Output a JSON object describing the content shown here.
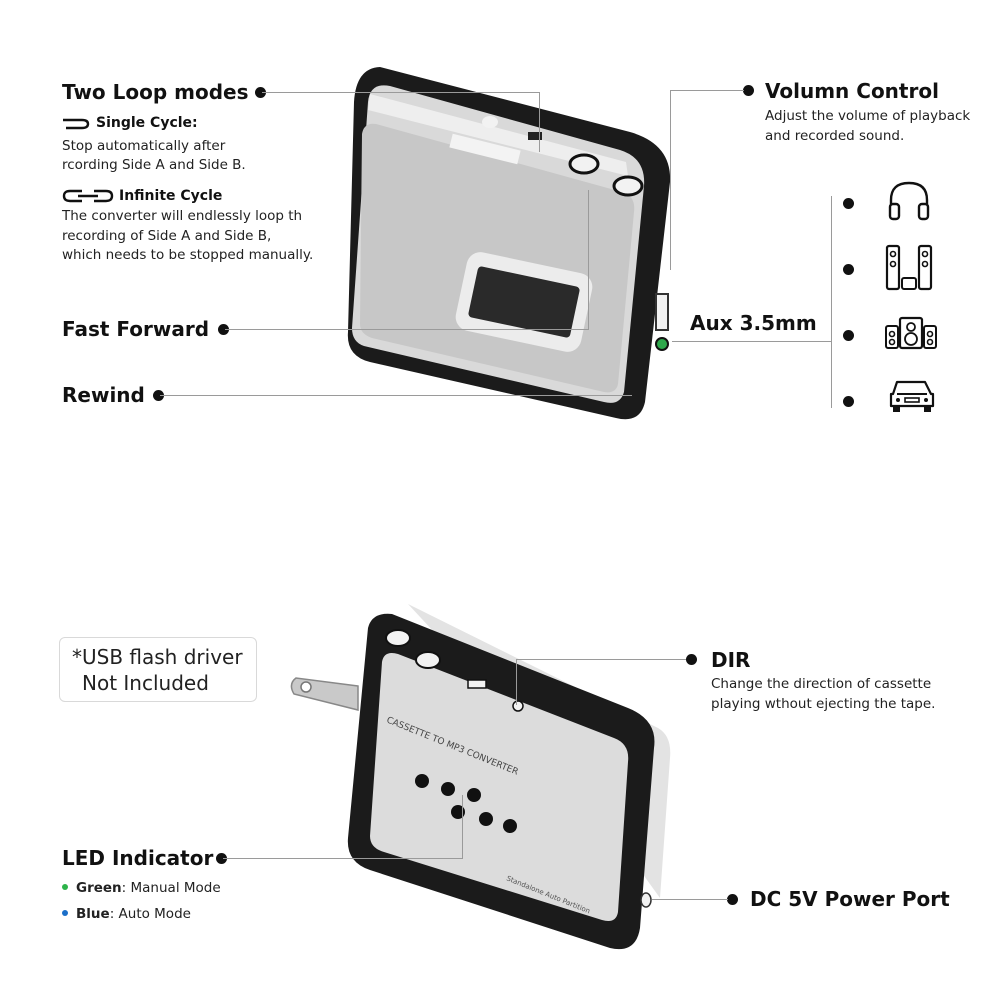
{
  "loop_modes": {
    "title": "Two Loop modes",
    "single": {
      "label": "Single Cycle:",
      "desc_line1": "Stop automatically after",
      "desc_line2": "rcording Side A and Side B."
    },
    "infinite": {
      "label": "Infinite Cycle",
      "desc_line1": "The converter will endlessly loop th",
      "desc_line2": "recording of Side A and Side B,",
      "desc_line3": "which needs to be stopped manually."
    }
  },
  "fast_forward": "Fast Forward",
  "rewind": "Rewind",
  "volume": {
    "title": "Volumn Control",
    "desc_line1": "Adjust the volume of playback",
    "desc_line2": "and recorded sound."
  },
  "aux": "Aux 3.5mm",
  "usb_note": {
    "line1": "*USB flash driver",
    "line2": "Not Included"
  },
  "dir": {
    "title": "DIR",
    "desc_line1": "Change the direction of cassette",
    "desc_line2": "playing wthout ejecting the tape."
  },
  "led": {
    "title": "LED Indicator",
    "green_label": "Green",
    "green_text": ": Manual Mode",
    "blue_label": "Blue",
    "blue_text": ": Auto Mode"
  },
  "dc": "DC 5V Power Port",
  "device_bottom": {
    "print_top": "CASSETTE TO MP3 CONVERTER",
    "print_bottom": "Standalone Auto Partition"
  },
  "colors": {
    "green": "#2db34a",
    "blue": "#1b6fc9",
    "line": "#9a9a9a"
  },
  "icons": [
    "headphones-icon",
    "bookshelf-speakers-icon",
    "speaker-system-icon",
    "car-icon"
  ]
}
